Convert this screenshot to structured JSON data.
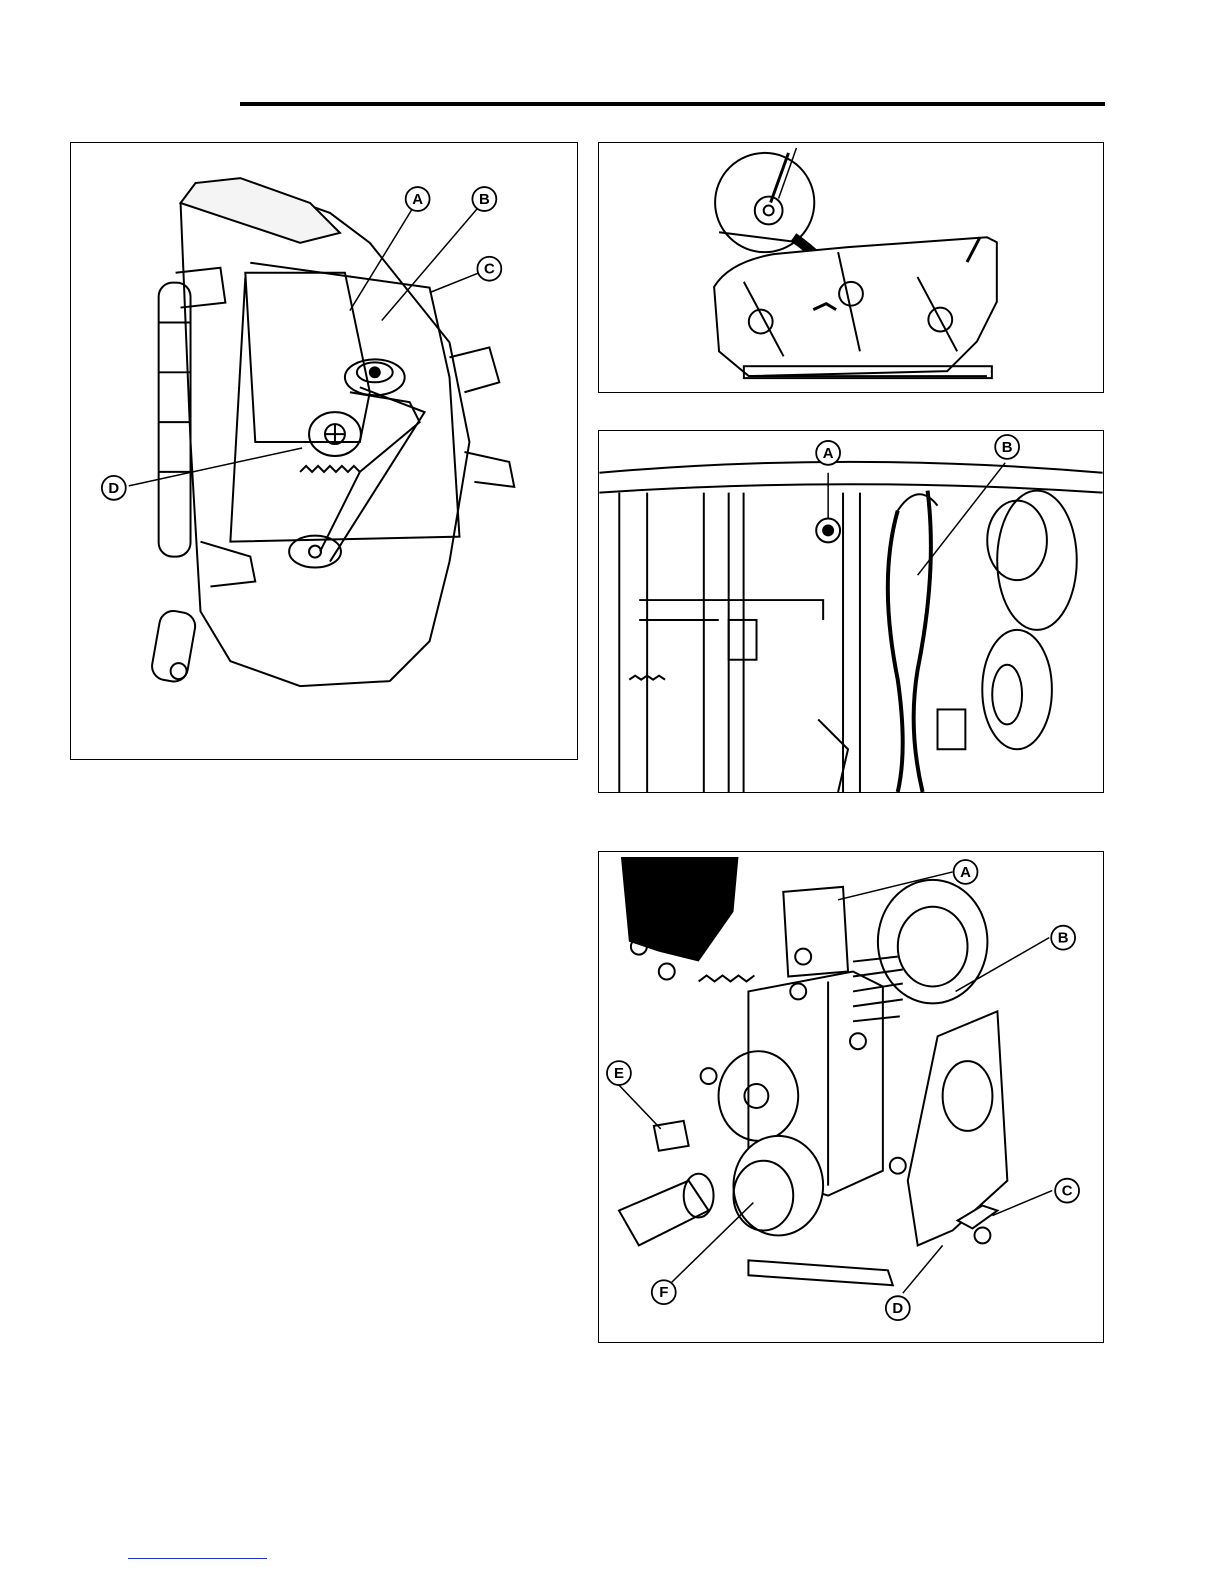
{
  "figures": [
    {
      "id": "fig1",
      "callouts": [
        "A",
        "B",
        "C",
        "D"
      ]
    },
    {
      "id": "fig2",
      "callouts": []
    },
    {
      "id": "fig3",
      "callouts": [
        "A",
        "B"
      ]
    },
    {
      "id": "fig4",
      "callouts": [
        "A",
        "B",
        "C",
        "D",
        "E",
        "F"
      ]
    }
  ]
}
